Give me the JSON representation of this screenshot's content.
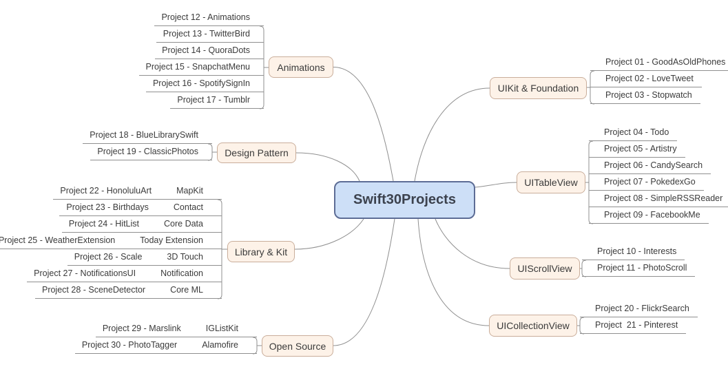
{
  "center": {
    "label": "Swift30Projects"
  },
  "colors": {
    "center_fill": "#cddff7",
    "center_border": "#5c6c95",
    "category_fill": "#fdf2e8",
    "category_border": "#c9ad9a",
    "line": "#8f8f8f",
    "leaf_text": "#3a3a3a"
  },
  "branches": [
    {
      "label": "Animations",
      "side": "left",
      "leaves": [
        {
          "main": "Project 12 - Animations"
        },
        {
          "main": "Project 13 - TwitterBird"
        },
        {
          "main": "Project 14 - QuoraDots"
        },
        {
          "main": "Project 15 - SnapchatMenu"
        },
        {
          "main": "Project 16 - SpotifySignIn"
        },
        {
          "main": "Project 17 - Tumblr"
        }
      ]
    },
    {
      "label": "Design Pattern",
      "side": "left",
      "leaves": [
        {
          "main": "Project 18 - BlueLibrarySwift"
        },
        {
          "main": "Project 19 - ClassicPhotos"
        }
      ]
    },
    {
      "label": "Library & Kit",
      "side": "left",
      "leaves": [
        {
          "main": "Project 22 - HonoluluArt",
          "kit": "MapKit"
        },
        {
          "main": "Project 23 - Birthdays",
          "kit": "Contact"
        },
        {
          "main": "Project 24 - HitList",
          "kit": "Core Data"
        },
        {
          "main": "Project 25 - WeatherExtension",
          "kit": "Today Extension"
        },
        {
          "main": "Project 26 - Scale",
          "kit": "3D Touch"
        },
        {
          "main": "Project 27 - NotificationsUI",
          "kit": "Notification"
        },
        {
          "main": "Project 28 - SceneDetector",
          "kit": "Core ML"
        }
      ]
    },
    {
      "label": "Open Source",
      "side": "left",
      "leaves": [
        {
          "main": "Project 29 - Marslink",
          "kit": "IGListKit"
        },
        {
          "main": "Project 30 - PhotoTagger",
          "kit": "Alamofire"
        }
      ]
    },
    {
      "label": "UIKit & Foundation",
      "side": "right",
      "leaves": [
        {
          "main": "Project 01 - GoodAsOldPhones"
        },
        {
          "main": "Project 02 - LoveTweet"
        },
        {
          "main": "Project 03 - Stopwatch"
        }
      ]
    },
    {
      "label": "UITableView",
      "side": "right",
      "leaves": [
        {
          "main": "Project 04 - Todo"
        },
        {
          "main": "Project 05 - Artistry"
        },
        {
          "main": "Project 06 - CandySearch"
        },
        {
          "main": "Project 07 - PokedexGo"
        },
        {
          "main": "Project 08 - SimpleRSSReader"
        },
        {
          "main": "Project 09 - FacebookMe"
        }
      ]
    },
    {
      "label": "UIScrollView",
      "side": "right",
      "leaves": [
        {
          "main": "Project 10 - Interests"
        },
        {
          "main": "Project 11 - PhotoScroll"
        }
      ]
    },
    {
      "label": "UICollectionView",
      "side": "right",
      "leaves": [
        {
          "main": "Project 20 - FlickrSearch"
        },
        {
          "main": "Project  21 - Pinterest"
        }
      ]
    }
  ]
}
